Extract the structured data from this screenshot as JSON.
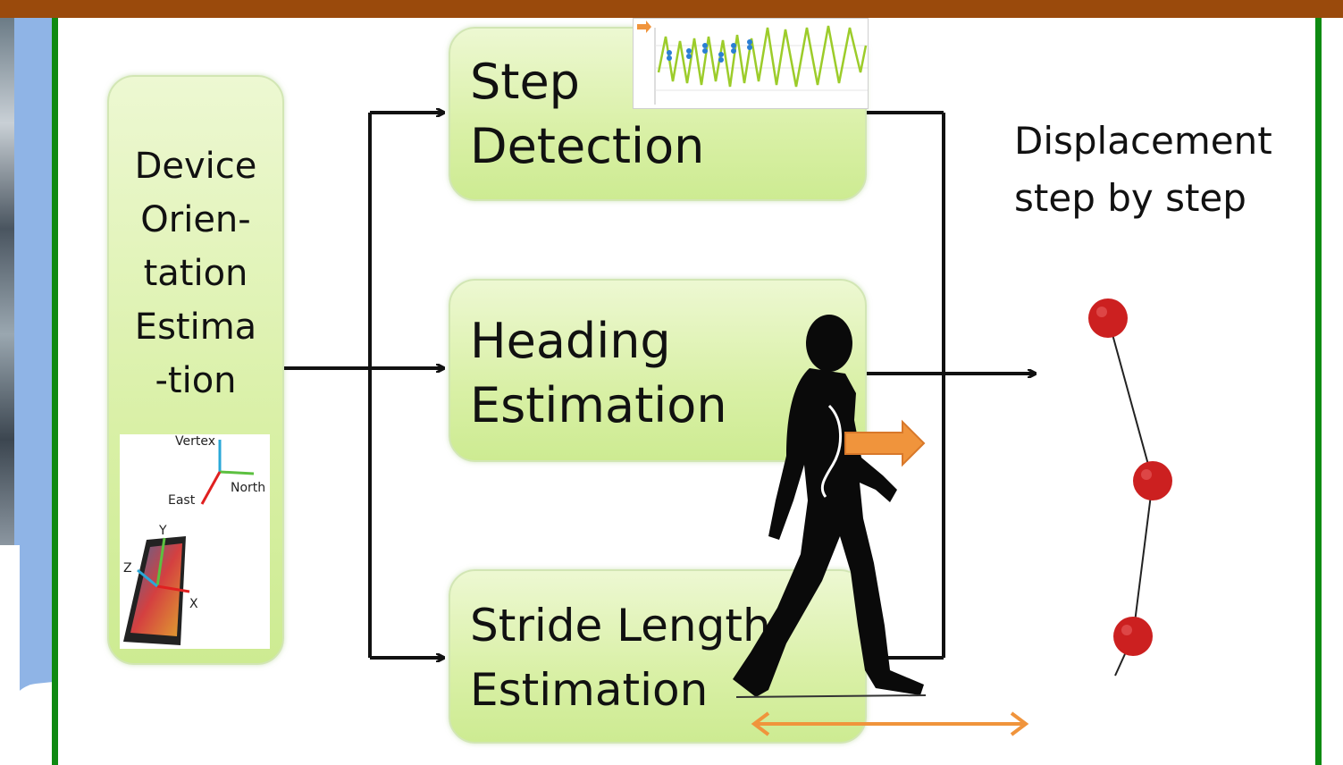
{
  "blocks": {
    "device_orientation": {
      "lines": [
        "Device",
        "Orien-",
        "tation",
        "Estima",
        "-tion"
      ]
    },
    "step_detection": {
      "lines": [
        "Step",
        "Detection"
      ]
    },
    "heading_estimation": {
      "lines": [
        "Heading",
        "Estimation"
      ]
    },
    "stride_length_estimation": {
      "lines": [
        "Stride Length",
        "Estimation"
      ]
    }
  },
  "output": {
    "lines": [
      "Displacement",
      "step by step"
    ]
  },
  "axes_labels": {
    "vertex": "Vertex",
    "north": "North",
    "east": "East",
    "y": "Y",
    "z": "Z",
    "x": "X"
  },
  "icons": {
    "walking_person": "walking-person-icon",
    "smartphone": "smartphone-icon",
    "heading_arrow": "orange-right-arrow-icon",
    "stride_arrow": "orange-double-arrow-icon"
  },
  "colors": {
    "top_bar": "#9a4a0c",
    "frame_green": "#0e8a12",
    "box_fill": "#d9f0a6",
    "accent_orange": "#f0943c",
    "marker_red": "#cc2020",
    "signal_green": "#9ccc2a",
    "step_marker_blue": "#2a7fd4"
  }
}
